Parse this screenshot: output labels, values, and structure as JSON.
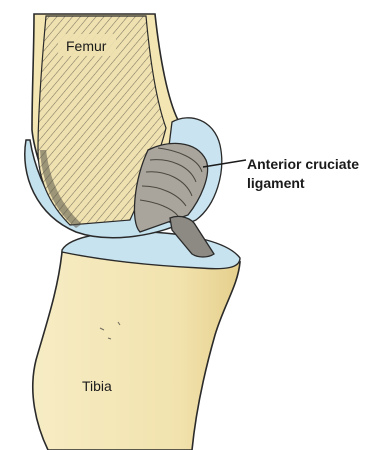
{
  "labels": {
    "femur": "Femur",
    "tibia": "Tibia",
    "acl_line1": "Anterior cruciate",
    "acl_line2": "ligament"
  },
  "colors": {
    "bone": "#f3e6b2",
    "bone_shade": "#e3cc86",
    "cartilage": "#bfe0ee",
    "ligament": "#8d8a84",
    "outline": "#2a2a2a",
    "hatch": "#6e6a5c"
  }
}
